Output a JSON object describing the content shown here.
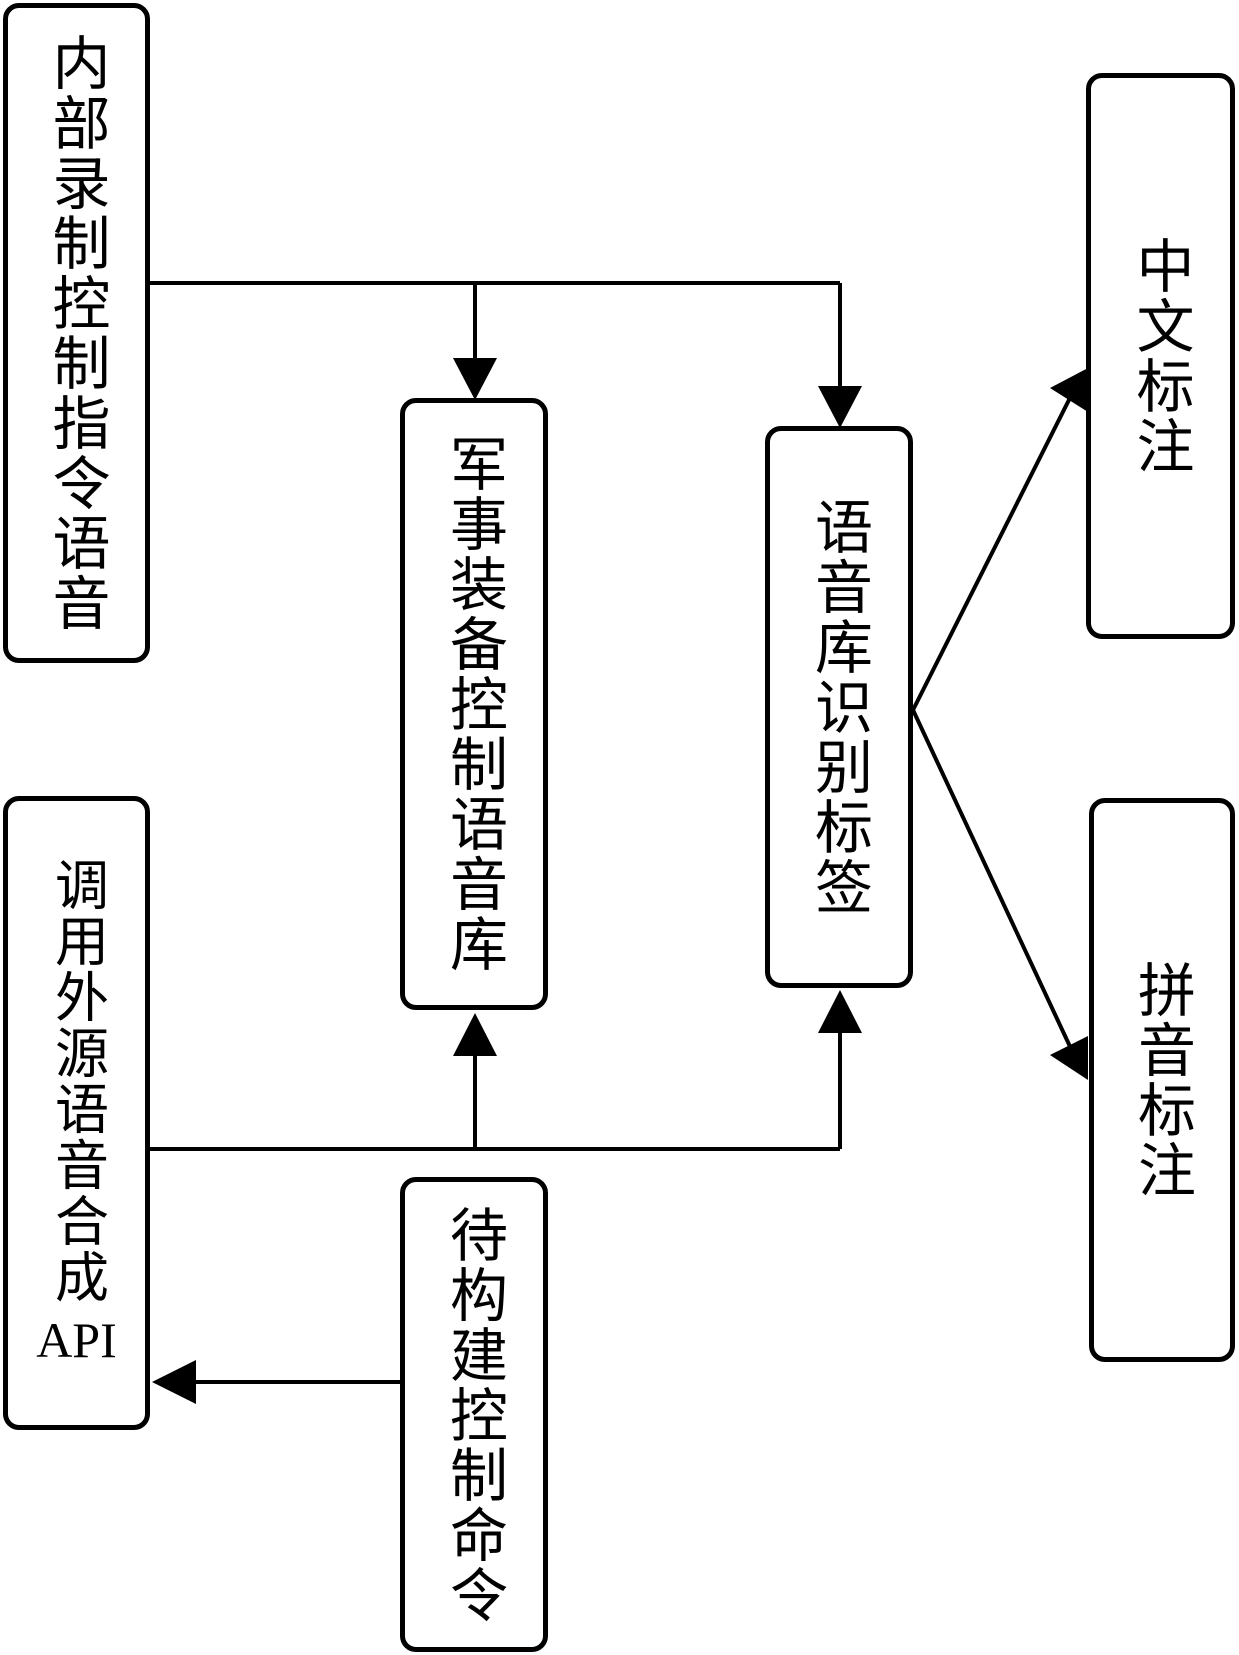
{
  "nodes": {
    "internal_voice": {
      "label": "内部录制控制指令语音"
    },
    "military_lib": {
      "label": "军事装备控制语音库"
    },
    "recog_label": {
      "label": "语音库识别标签"
    },
    "chinese_annot": {
      "label": "中文标注"
    },
    "pinyin_annot": {
      "label": "拼音标注"
    },
    "external_api": {
      "label_cjk": "调用外源语音合成",
      "label_latin": "API"
    },
    "pending_cmd": {
      "label": "待构建控制命令"
    }
  },
  "colors": {
    "stroke": "#000000",
    "background": "#ffffff"
  }
}
